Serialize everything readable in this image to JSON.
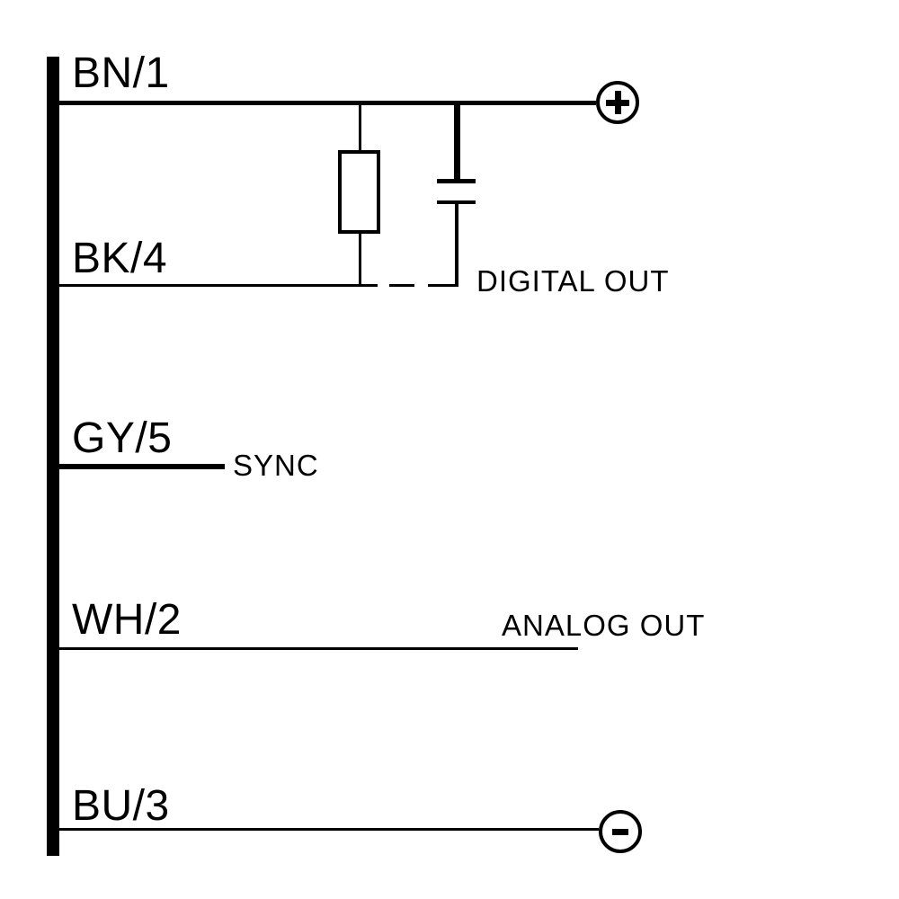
{
  "diagram": {
    "background": "#ffffff",
    "stroke_color": "#000000",
    "wires": [
      {
        "label": "BN/1",
        "annotation": "",
        "terminal_symbol": "+",
        "terminal_icon": "plus-icon"
      },
      {
        "label": "BK/4",
        "annotation": "DIGITAL OUT",
        "terminal_symbol": "",
        "terminal_icon": ""
      },
      {
        "label": "GY/5",
        "annotation": "SYNC",
        "terminal_symbol": "",
        "terminal_icon": ""
      },
      {
        "label": "WH/2",
        "annotation": "ANALOG OUT",
        "terminal_symbol": "",
        "terminal_icon": ""
      },
      {
        "label": "BU/3",
        "annotation": "",
        "terminal_symbol": "-",
        "terminal_icon": "minus-icon"
      }
    ],
    "components": [
      {
        "icon": "resistor-symbol"
      },
      {
        "icon": "capacitor-symbol"
      }
    ]
  }
}
